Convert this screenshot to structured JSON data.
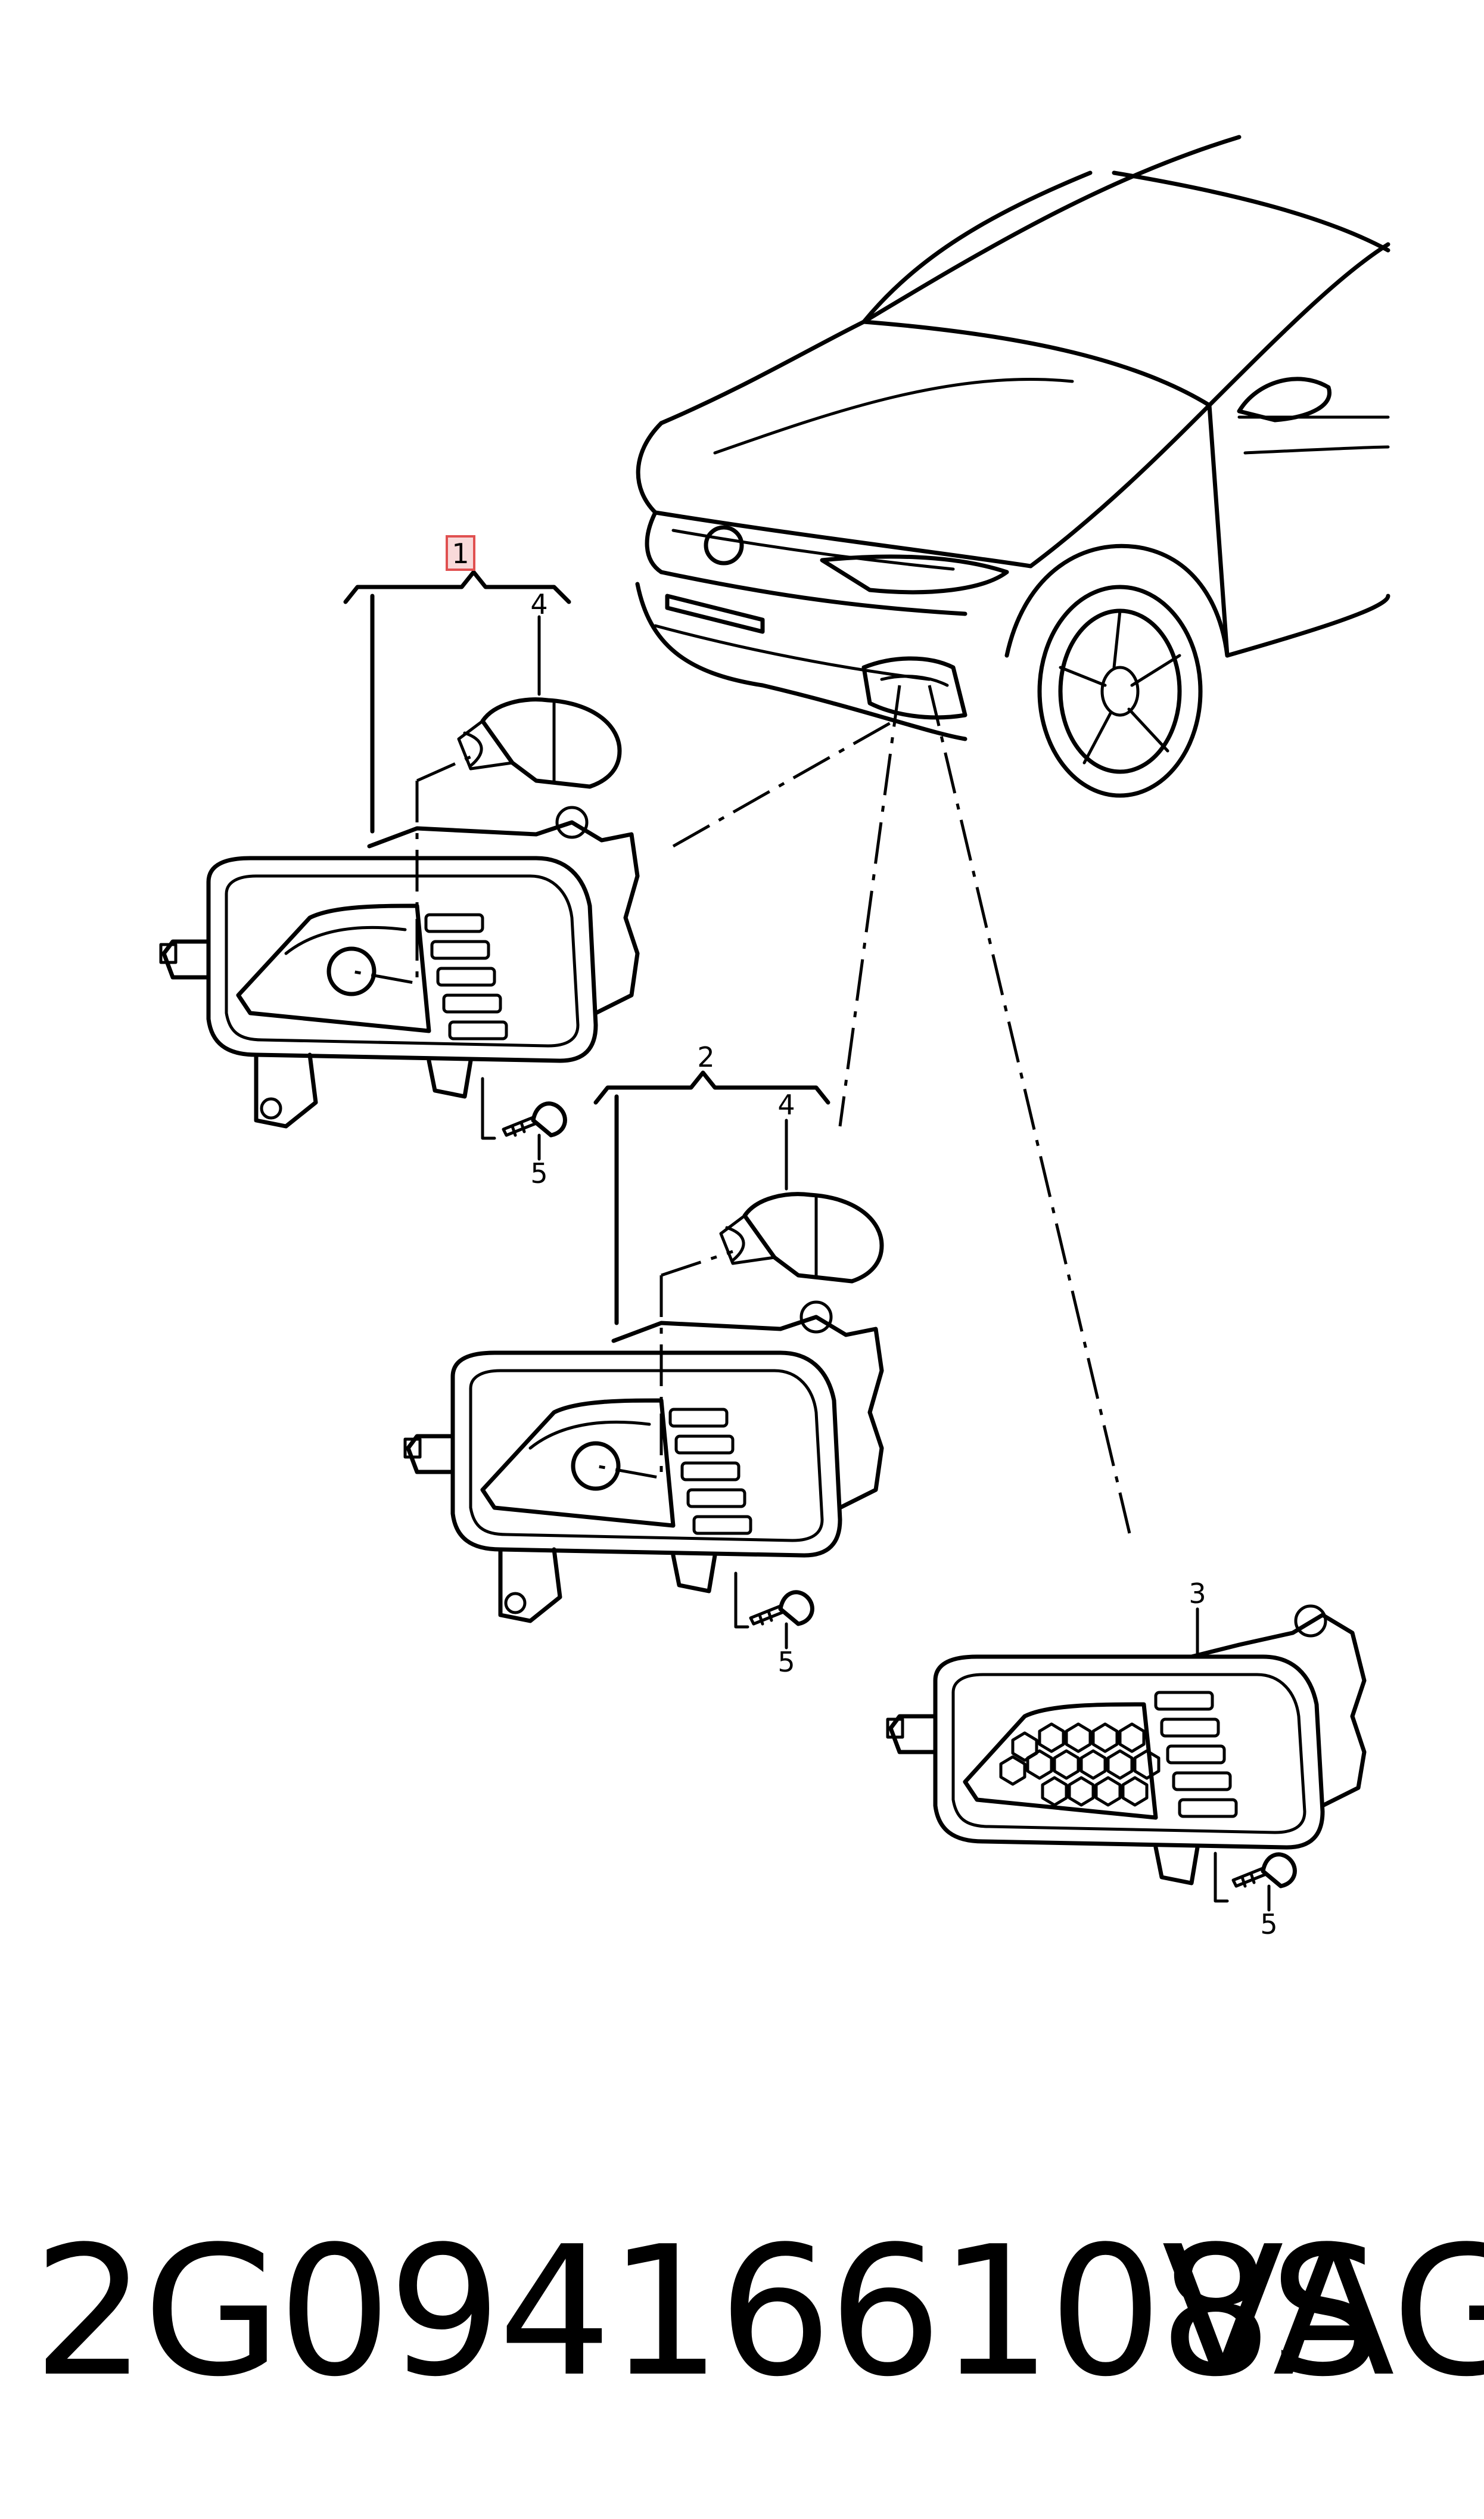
{
  "callouts": {
    "item_1": "1",
    "item_2": "2",
    "item_3": "3",
    "bulb_top": "4",
    "bulb_mid": "4",
    "screw_top": "5",
    "screw_mid": "5",
    "screw_bottom": "5"
  },
  "colors": {
    "line": "#000000",
    "highlight_box": "#e05050",
    "background": "#ffffff"
  },
  "footer": {
    "part_number": "2G094166108S",
    "brand": "VAG"
  }
}
